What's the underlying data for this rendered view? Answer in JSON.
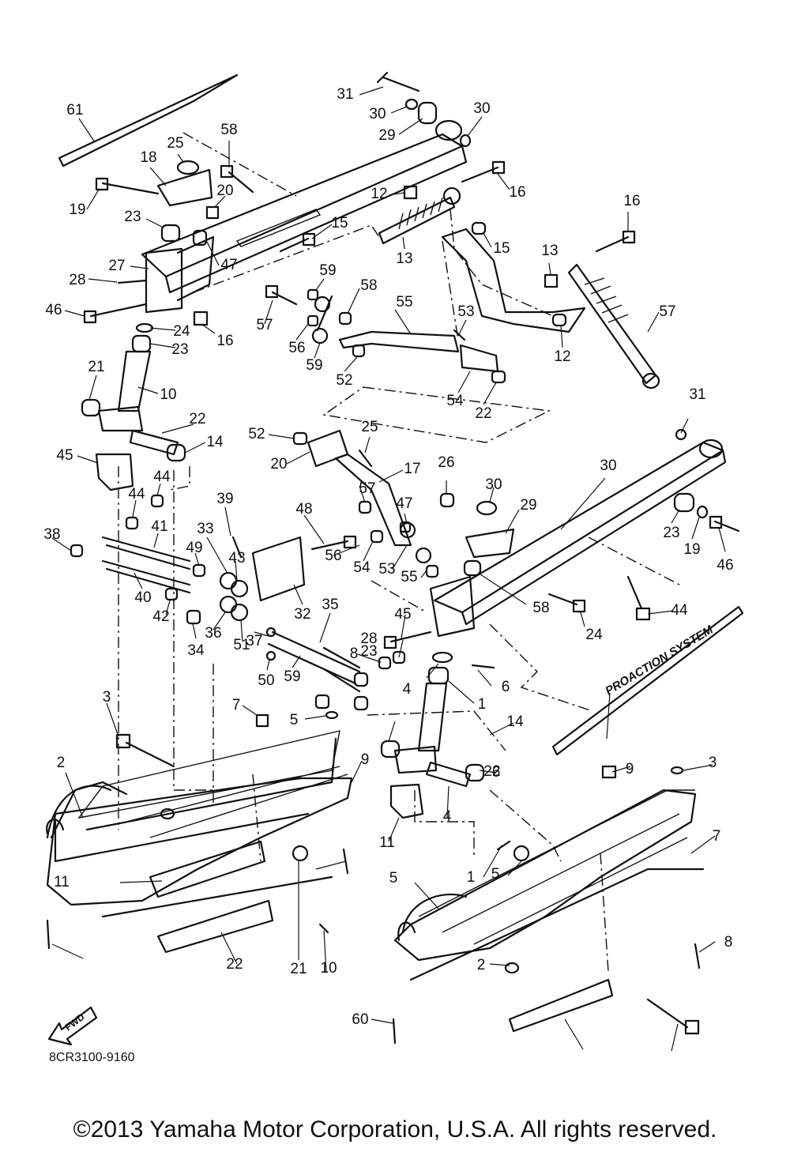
{
  "diagram_code": "8CR3100-9160",
  "copyright": "©2013 Yamaha Motor Corporation, U.S.A. All rights reserved.",
  "fwd_label": "FWD",
  "decal_text": "PROACTION SYSTEM",
  "callouts": [
    "61",
    "31",
    "30",
    "29",
    "30",
    "25",
    "58",
    "18",
    "20",
    "19",
    "23",
    "27",
    "28",
    "46",
    "47",
    "16",
    "24",
    "23",
    "15",
    "16",
    "12",
    "13",
    "15",
    "16",
    "13",
    "12",
    "57",
    "59",
    "58",
    "57",
    "56",
    "59",
    "52",
    "55",
    "53",
    "54",
    "22",
    "21",
    "10",
    "22",
    "14",
    "45",
    "44",
    "44",
    "38",
    "41",
    "40",
    "49",
    "39",
    "33",
    "43",
    "42",
    "36",
    "51",
    "34",
    "37",
    "50",
    "48",
    "32",
    "35",
    "59",
    "57",
    "56",
    "47",
    "54",
    "53",
    "55",
    "52",
    "20",
    "25",
    "17",
    "26",
    "30",
    "29",
    "30",
    "31",
    "23",
    "19",
    "46",
    "58",
    "44",
    "45",
    "24",
    "28",
    "23",
    "8",
    "4",
    "6",
    "1",
    "3",
    "7",
    "5",
    "2",
    "9",
    "11",
    "22",
    "21",
    "10",
    "22",
    "14",
    "4",
    "6",
    "11",
    "9",
    "3",
    "1",
    "5",
    "7",
    "5",
    "2",
    "8",
    "60"
  ]
}
